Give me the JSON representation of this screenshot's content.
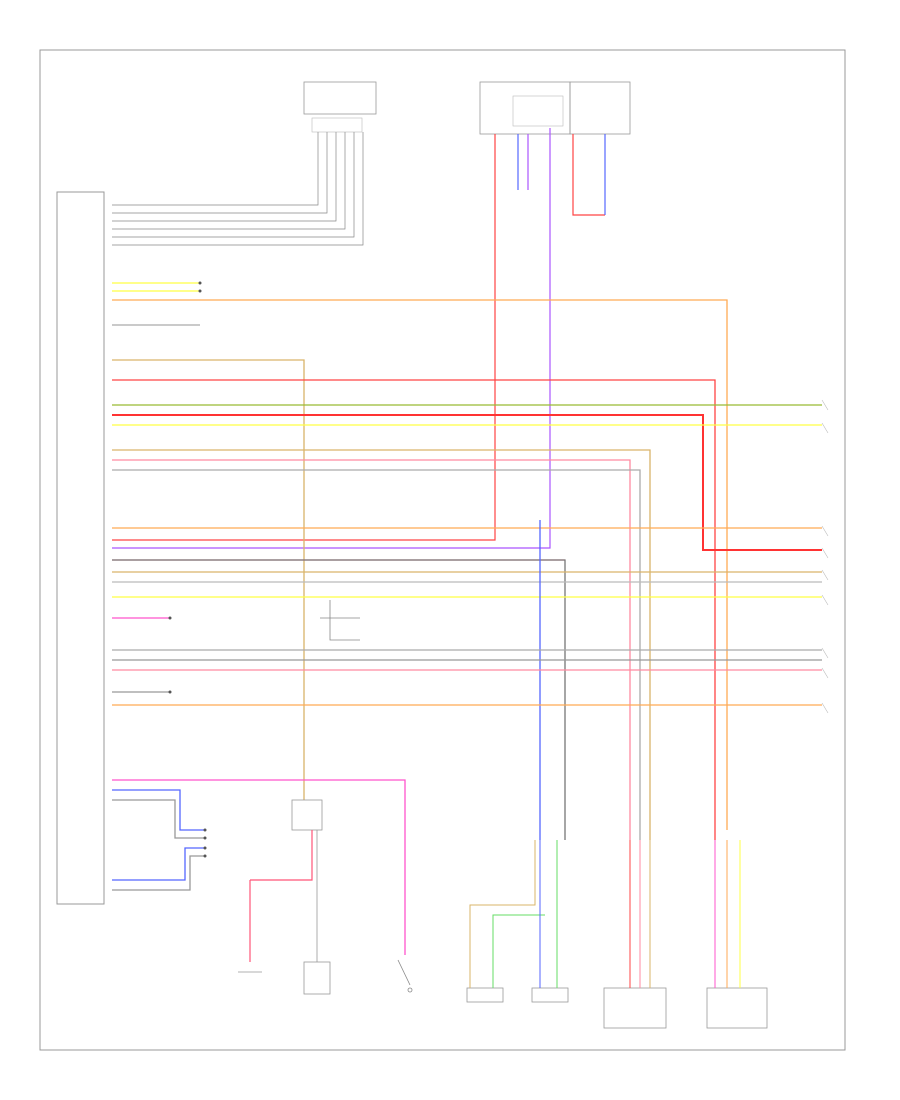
{
  "page_id": "",
  "main_module": {
    "label": ""
  },
  "colors": {
    "red": "#ff3b3b",
    "pink": "#ff8aa0",
    "orange": "#ffaa55",
    "yellow": "#ffff44",
    "green": "#66dd66",
    "olive": "#99bb33",
    "blue": "#5566ff",
    "violet": "#aa55ff",
    "magenta": "#ff55cc",
    "gray": "#aaaaaa",
    "dark_gray": "#777777",
    "tan": "#d9b46a",
    "frame": "#999999"
  },
  "components": [
    {
      "id": "top-center-module",
      "label": ""
    },
    {
      "id": "top-right-module",
      "label": ""
    },
    {
      "id": "top-left-connector",
      "label": ""
    },
    {
      "id": "ignition-fuse",
      "label": ""
    },
    {
      "id": "lower-module",
      "label": ""
    },
    {
      "id": "switch-assembly",
      "label": ""
    },
    {
      "id": "left-speaker",
      "label": ""
    },
    {
      "id": "right-speaker",
      "label": ""
    },
    {
      "id": "amplifier-left",
      "label": ""
    },
    {
      "id": "amplifier-right",
      "label": ""
    }
  ],
  "wire_labels": [],
  "wire_colors_legend": [
    "red",
    "pink",
    "orange",
    "yellow",
    "green",
    "olive",
    "blue",
    "violet",
    "magenta",
    "gray",
    "tan"
  ]
}
